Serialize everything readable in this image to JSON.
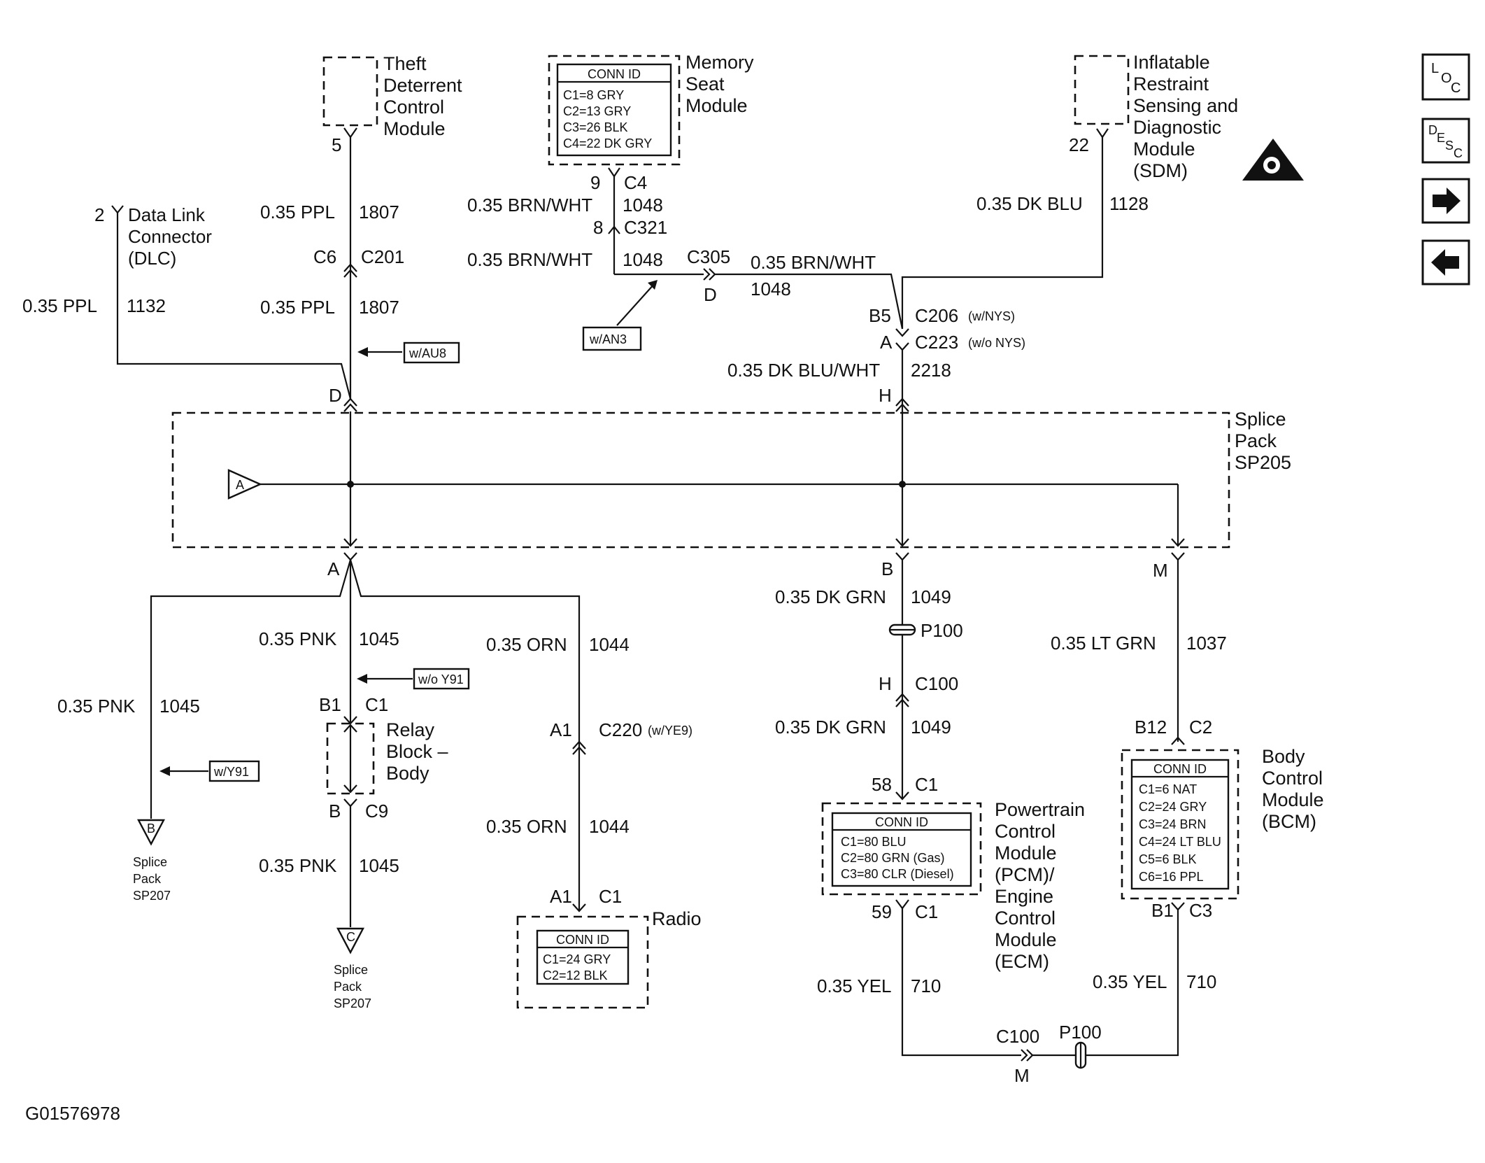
{
  "modules": {
    "theft": [
      "Theft",
      "Deterrent",
      "Control",
      "Module"
    ],
    "memory": [
      "Memory",
      "Seat",
      "Module"
    ],
    "sdm": [
      "Inflatable",
      "Restraint",
      "Sensing and",
      "Diagnostic",
      "Module",
      "(SDM)"
    ],
    "dlc": [
      "Data Link",
      "Connector",
      "(DLC)"
    ],
    "splice": [
      "Splice",
      "Pack",
      "SP205"
    ],
    "relay": [
      "Relay",
      "Block –",
      "Body"
    ],
    "radio": "Radio",
    "pcm": [
      "Powertrain",
      "Control",
      "Module",
      "(PCM)/",
      "Engine",
      "Control",
      "Module",
      "(ECM)"
    ],
    "bcm": [
      "Body",
      "Control",
      "Module",
      "(BCM)"
    ],
    "sp207": [
      "Splice",
      "Pack",
      "SP207"
    ]
  },
  "conn_id": {
    "header": "CONN ID",
    "memory": [
      "C1=8 GRY",
      "C2=13 GRY",
      "C3=26 BLK",
      "C4=22 DK GRY"
    ],
    "radio": [
      "C1=24 GRY",
      "C2=12 BLK"
    ],
    "pcm": [
      "C1=80 BLU",
      "C2=80 GRN (Gas)",
      "C3=80 CLR (Diesel)"
    ],
    "bcm": [
      "C1=6 NAT",
      "C2=24 GRY",
      "C3=24 BRN",
      "C4=24 LT BLU",
      "C5=6 BLK",
      "C6=16 PPL"
    ]
  },
  "wires": {
    "ppl": "0.35 PPL",
    "brn_wht": "0.35 BRN/WHT",
    "dk_blu": "0.35 DK BLU",
    "dk_blu_wht": "0.35 DK BLU/WHT",
    "pnk": "0.35 PNK",
    "orn": "0.35 ORN",
    "dk_grn": "0.35 DK GRN",
    "lt_grn": "0.35 LT GRN",
    "yel": "0.35 YEL"
  },
  "circuits": {
    "c1807": "1807",
    "c1132": "1132",
    "c1048": "1048",
    "c1128": "1128",
    "c2218": "2218",
    "c1045": "1045",
    "c1044": "1044",
    "c1049": "1049",
    "c1037": "1037",
    "c710": "710"
  },
  "pins": {
    "p5": "5",
    "p9": "9",
    "p8": "8",
    "p22": "22",
    "p2": "2",
    "D": "D",
    "A": "A",
    "B": "B",
    "H": "H",
    "M": "M",
    "B5": "B5",
    "C6": "C6",
    "B1": "B1",
    "A1": "A1",
    "B12": "B12",
    "p58": "58",
    "p59": "59"
  },
  "connectors": {
    "C4": "C4",
    "C321": "C321",
    "C201": "C201",
    "C305": "C305",
    "C206": "C206",
    "C206_opt": "(w/NYS)",
    "C223": "C223",
    "C223_opt": "(w/o NYS)",
    "C1": "C1",
    "C9": "C9",
    "C220": "C220",
    "C220_opt": "(w/YE9)",
    "P100": "P100",
    "C100": "C100",
    "C2": "C2",
    "C3": "C3"
  },
  "options": {
    "au8": "w/AU8",
    "an3": "w/AN3",
    "wo_y91": "w/o Y91",
    "y91": "w/Y91"
  },
  "refs": {
    "A": "A",
    "B": "B",
    "C": "C"
  },
  "nav": {
    "loc": {
      "l1": "L",
      "l2": "O",
      "l3": "C"
    },
    "desc": {
      "l1": "D",
      "l2": "E",
      "l3": "S",
      "l4": "C"
    }
  },
  "figure_id": "G01576978"
}
